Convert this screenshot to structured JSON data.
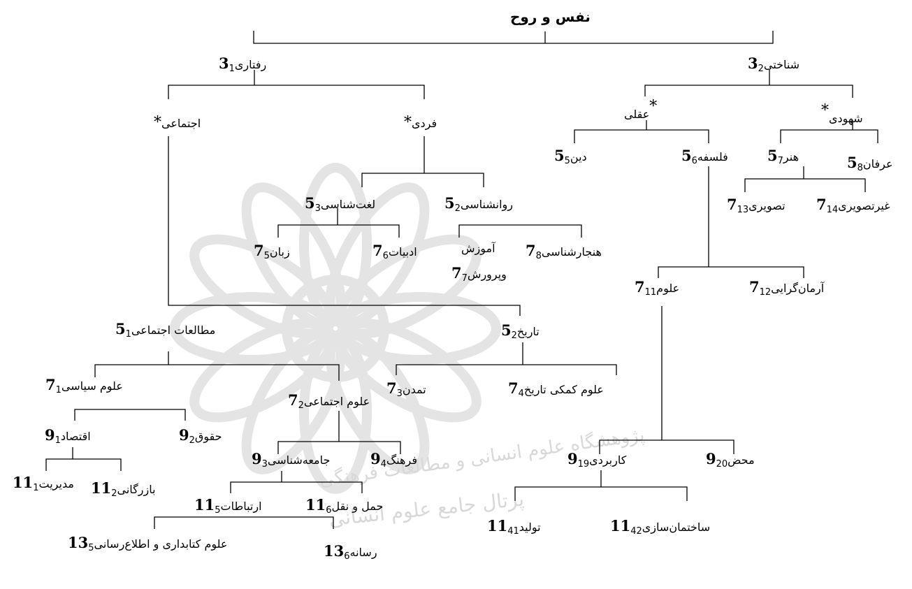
{
  "title": "نفس و روح",
  "watermark": {
    "line1": "پژوهشگاه علوم انسانی و مطالعات فرهنگی",
    "line2": "پرتال جامع علوم انسانی"
  },
  "nodes": {
    "behavioral": {
      "label": "رفتاری",
      "sub": "1",
      "num": "3"
    },
    "cognitive": {
      "label": "شناختی",
      "sub": "2",
      "num": "3"
    },
    "rational": {
      "label": "عقلی",
      "star": "*"
    },
    "intuitive": {
      "label": "شهودی",
      "star": "*"
    },
    "social": {
      "label": "اجتماعی",
      "star": "*"
    },
    "individual": {
      "label": "فردی",
      "star": "*"
    },
    "religion": {
      "label": "دین",
      "sub": "5",
      "num": "5"
    },
    "philosophy": {
      "label": "فلسفه",
      "sub": "6",
      "num": "5"
    },
    "art": {
      "label": "هنر",
      "sub": "7",
      "num": "5"
    },
    "mysticism": {
      "label": "عرفان",
      "sub": "8",
      "num": "5"
    },
    "lexicology": {
      "label": "لغت‌شناسی",
      "sub": "3",
      "num": "5"
    },
    "psychology": {
      "label": "روانشناسی ",
      "sub": "2",
      "num": "5"
    },
    "pictorial": {
      "label": "تصویری",
      "sub": "13",
      "num": "7"
    },
    "nonpictorial": {
      "label": "غیرتصویری",
      "sub": "14",
      "num": "7"
    },
    "language": {
      "label": "زبان ",
      "sub": "5",
      "num": "7"
    },
    "literature": {
      "label": "ادبیات",
      "sub": "6",
      "num": "7"
    },
    "education_l1": {
      "label": "آموزش"
    },
    "education_l2": {
      "label": "وپرورش",
      "sub": "7",
      "num": "7"
    },
    "normology": {
      "label": "هنجارشناسی",
      "sub": "8",
      "num": "7"
    },
    "sciences": {
      "label": "علوم",
      "sub": "11",
      "num": "7"
    },
    "idealism": {
      "label": "آرمان‌گرایی",
      "sub": "12",
      "num": "7"
    },
    "social_studies": {
      "label": "مطالعات اجتماعی",
      "sub": "1",
      "num": "5"
    },
    "history": {
      "label": "تاریخ",
      "sub": "2",
      "num": "5"
    },
    "political": {
      "label": "علوم سیاسی",
      "sub": "1",
      "num": "7"
    },
    "social_sciences": {
      "label": "علوم اجتماعی",
      "sub": "2",
      "num": "7"
    },
    "civilization": {
      "label": "تمدن ",
      "sub": "3",
      "num": "7"
    },
    "history_aux": {
      "label": "علوم کمکی تاریخ",
      "sub": "4",
      "num": "7"
    },
    "economics": {
      "label": "اقتصاد",
      "sub": "1",
      "num": "9"
    },
    "law": {
      "label": "حقوق",
      "sub": "2",
      "num": "9"
    },
    "sociology": {
      "label": "جامعه‌شناسی",
      "sub": "3",
      "num": "9"
    },
    "culture": {
      "label": "فرهنگ",
      "sub": "4",
      "num": "9"
    },
    "applied": {
      "label": "کاربردی",
      "sub": "19",
      "num": "9"
    },
    "pure": {
      "label": "محض",
      "sub": "20",
      "num": "9"
    },
    "management": {
      "label": "مدیریت",
      "sub": "1",
      "num": "11"
    },
    "commerce": {
      "label": "بازرگانی",
      "sub": "2",
      "num": "11"
    },
    "communications": {
      "label": "ارتباطات",
      "sub": "5",
      "num": "11"
    },
    "transport": {
      "label": "حمل و نقل",
      "sub": "6",
      "num": "11"
    },
    "production": {
      "label": "تولید",
      "sub": "41",
      "num": "11"
    },
    "construction": {
      "label": "ساختمان‌سازی",
      "sub": "42",
      "num": "11"
    },
    "library_science": {
      "label": "علوم کتابداری و اطلاع‌رسانی",
      "sub": "5",
      "num": "13"
    },
    "media": {
      "label": "رسانه",
      "sub": "6",
      "num": "13"
    }
  }
}
